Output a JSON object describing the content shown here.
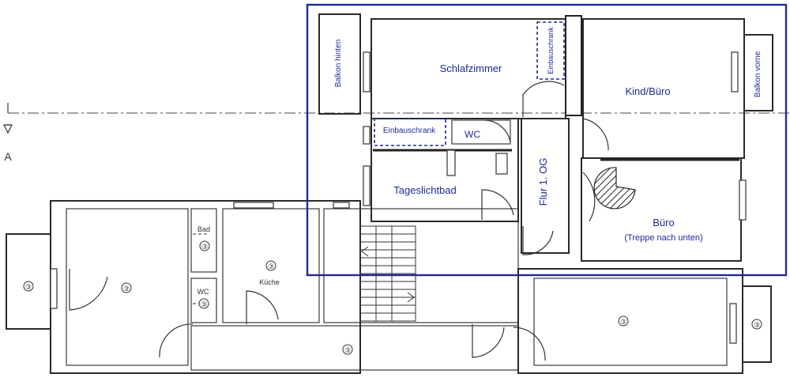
{
  "highlight_labels": {
    "schlafzimmer": "Schlafzimmer",
    "kind_buero": "Kind/Büro",
    "balkon_hinten": "Balkon hinten",
    "balkon_vorne": "Balkon vorne",
    "einbauschrank_top": "Einbauschrank",
    "einbauschrank_left": "Einbauschrank",
    "wc": "WC",
    "tageslichtbad": "Tageslichtbad",
    "flur": "Flur 1. OG",
    "buero": "Büro",
    "buero_note": "(Treppe nach unten)"
  },
  "plan_labels": {
    "bad": "Bad",
    "wc": "WC",
    "kueche": "Küche",
    "section_marker": "A",
    "room_marker": "③"
  },
  "colors": {
    "highlight": "#1e2a9a",
    "walls": "#2a2a2a"
  }
}
